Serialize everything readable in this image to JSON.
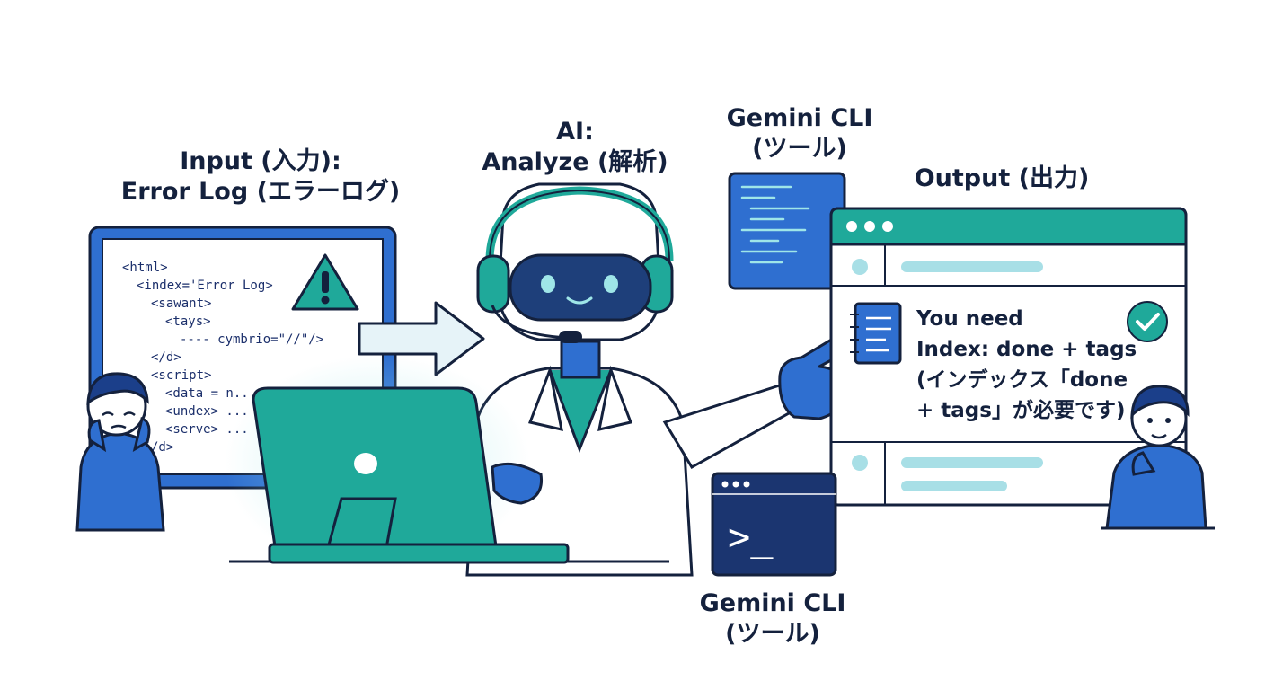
{
  "input_label": {
    "line1": "Input (入力):",
    "line2": "Error Log (エラーログ)"
  },
  "ai_label": {
    "line1": "AI:",
    "line2": "Analyze (解析)"
  },
  "gemini_top_label": {
    "line1": "Gemini CLI",
    "line2": "(ツール)"
  },
  "output_label": "Output (出力)",
  "gemini_bottom_label": {
    "line1": "Gemini CLI",
    "line2": "(ツール)"
  },
  "error_log_lines": [
    "<html>",
    "<index='Error Log>",
    "<sawant>",
    "<tays>",
    "---- cymbrio=\"//\"/>",
    "</d>",
    "<script>",
    "<data = n...",
    "<undex> ...",
    "<serve> ...",
    "/d>"
  ],
  "output_message": [
    "You need",
    "Index: done + tags",
    "(インデックス「done",
    "+ tags」が必要です)"
  ],
  "terminal_prompt": ">_",
  "colors": {
    "navy": "#14213d",
    "blue": "#2f6fd0",
    "teal": "#1fa99a",
    "light_teal": "#a8dfe6"
  }
}
